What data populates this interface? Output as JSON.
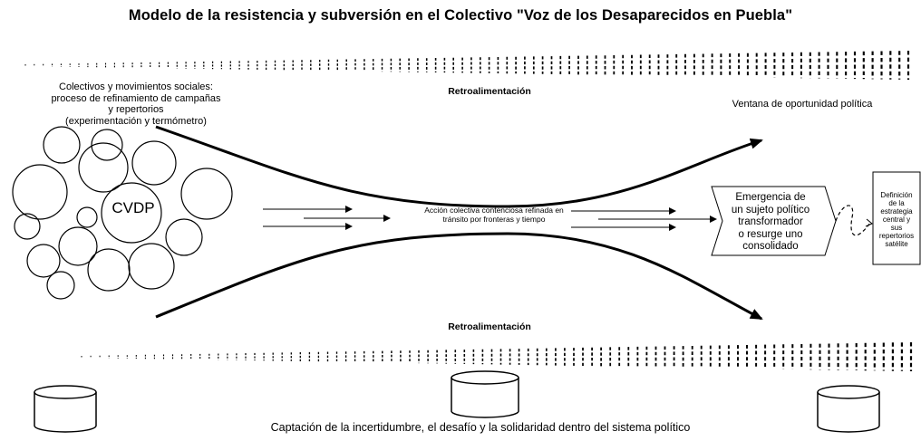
{
  "title": "Modelo de la resistencia y subversión en el Colectivo \"Voz de los Desaparecidos en Puebla\"",
  "left_label": {
    "line1": "Colectivos y movimientos sociales:",
    "line2": "proceso de refinamiento de campañas",
    "line3": "y repertorios",
    "line4": "(experimentación y termómetro)"
  },
  "center_node": "CVDP",
  "feedback_top": "Retroalimentación",
  "feedback_bottom": "Retroalimentación",
  "window_label": "Ventana de oportunidad política",
  "center_label": {
    "line1": "Acción colectiva contenciosa refinada en",
    "line2": "tránsito por fronteras y tiempo"
  },
  "emergence": {
    "line1": "Emergencia de",
    "line2": "un sujeto político",
    "line3": "transformador",
    "line4": "o resurge uno",
    "line5": "consolidado"
  },
  "definition": {
    "line1": "Definición",
    "line2": "de la",
    "line3": "estrategia",
    "line4": "central y",
    "line5": "sus",
    "line6": "repertorios",
    "line7": "satélite"
  },
  "bottom_label": "Captación de la incertidumbre, el desafío y la solidaridad dentro del sistema político"
}
